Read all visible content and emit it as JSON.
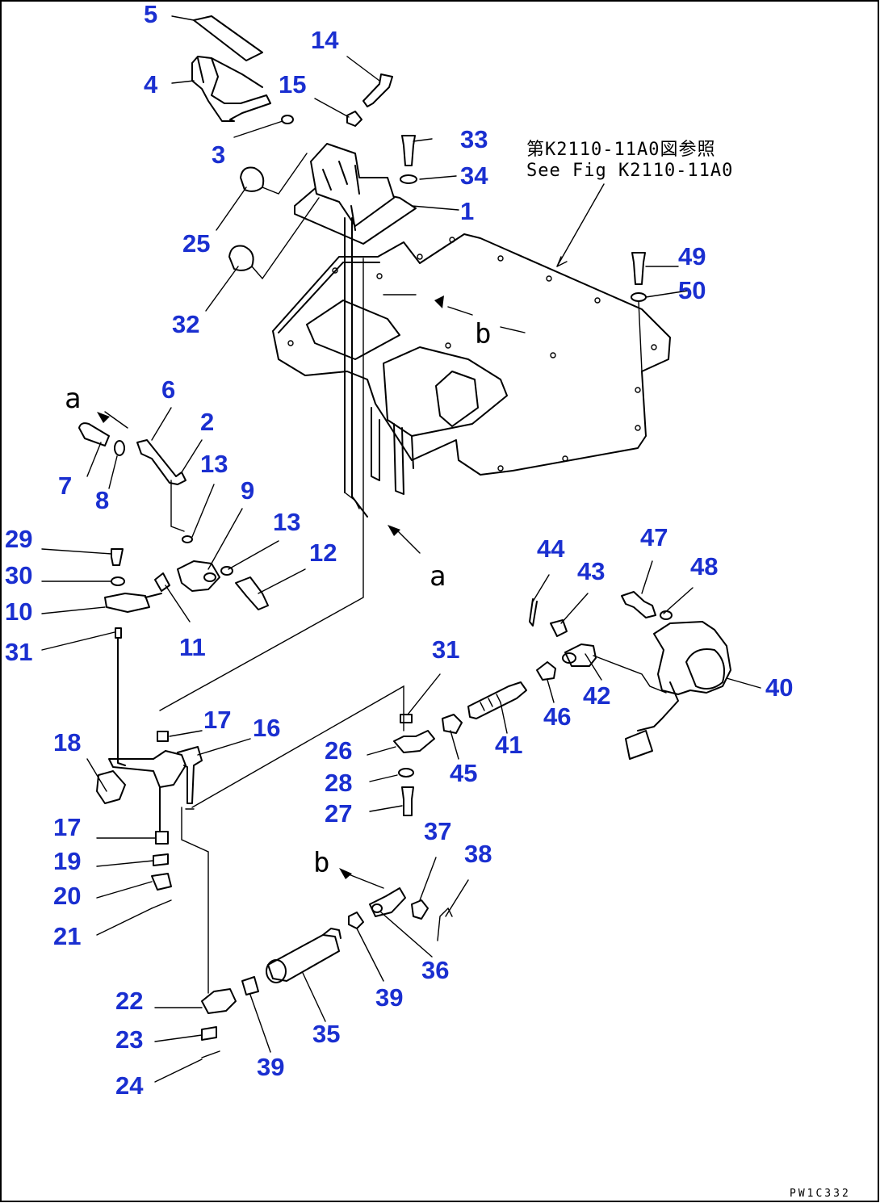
{
  "reference_note": {
    "line1": "第K2110-11A0図参照",
    "line2": "See Fig K2110-11A0"
  },
  "view_markers": [
    {
      "id": "a-top",
      "letter": "a"
    },
    {
      "id": "a-mid",
      "letter": "a"
    },
    {
      "id": "b-top",
      "letter": "b"
    },
    {
      "id": "b-bottom",
      "letter": "b"
    }
  ],
  "callouts": [
    "5",
    "4",
    "14",
    "15",
    "3",
    "33",
    "34",
    "1",
    "25",
    "32",
    "49",
    "50",
    "6",
    "2",
    "7",
    "8",
    "13",
    "9",
    "29",
    "30",
    "10",
    "31",
    "11",
    "12",
    "44",
    "43",
    "47",
    "48",
    "42",
    "40",
    "46",
    "41",
    "45",
    "26",
    "28",
    "27",
    "17",
    "16",
    "18",
    "19",
    "20",
    "21",
    "37",
    "38",
    "36",
    "39",
    "22",
    "23",
    "24",
    "35"
  ],
  "drawing_code": "PW1C332"
}
